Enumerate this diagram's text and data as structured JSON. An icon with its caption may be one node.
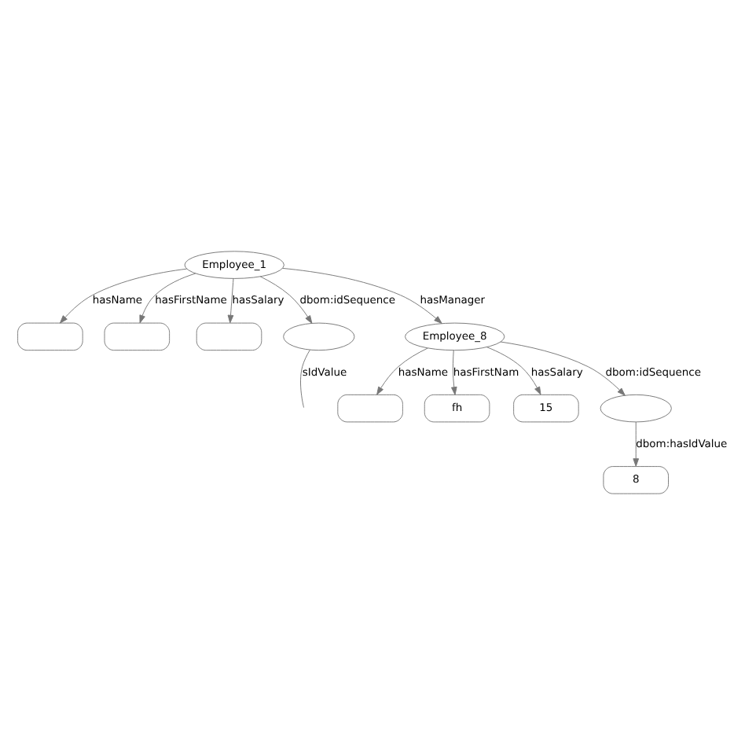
{
  "diagram": {
    "nodes": [
      {
        "text": [
          "Employee_1"
        ]
      },
      {
        "text": [],
        "shape": "box"
      },
      {
        "text": [],
        "shape": "box"
      },
      {
        "text": [],
        "shape": "box"
      },
      {
        "text": [],
        "shape": "ellipse"
      },
      {
        "text": [
          "Employee_8"
        ]
      },
      {
        "text": [],
        "shape": "box"
      },
      {
        "text": [
          "fh"
        ]
      },
      {
        "text": [
          "15"
        ]
      },
      {
        "text": [],
        "shape": "ellipse"
      },
      {
        "text": [
          "8"
        ]
      }
    ],
    "edges": [
      {
        "from": 0,
        "to": 1,
        "arrow": "to",
        "label": "hasName"
      },
      {
        "from": 0,
        "to": 2,
        "arrow": "to",
        "label": "hasFirstName"
      },
      {
        "from": 0,
        "to": 3,
        "arrow": "to",
        "label": "hasSalary"
      },
      {
        "from": 0,
        "to": 4,
        "arrow": "to",
        "label": "dbom:idSequence"
      },
      {
        "from": 0,
        "to": 5,
        "arrow": "to",
        "label": "hasManager"
      },
      {
        "from": 4,
        "to": null,
        "arrow": "none",
        "label": "sIdValue"
      },
      {
        "from": 5,
        "to": 6,
        "arrow": "to",
        "label": "hasName"
      },
      {
        "from": 5,
        "to": 7,
        "arrow": "to",
        "label": "hasFirstNam"
      },
      {
        "from": 5,
        "to": 8,
        "arrow": "to",
        "label": "hasSalary"
      },
      {
        "from": 5,
        "to": 9,
        "arrow": "to",
        "label": "dbom:idSequence"
      },
      {
        "from": 9,
        "to": 10,
        "arrow": "to",
        "label": "dbom:hasIdValue"
      }
    ]
  }
}
